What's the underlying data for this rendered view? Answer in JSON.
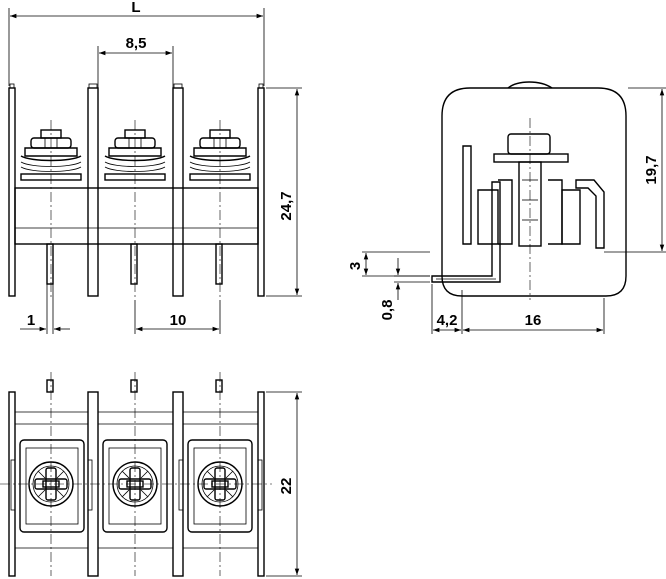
{
  "dimensions": {
    "overall_length": "L",
    "pitch": "8,5",
    "total_height": "24,7",
    "pin_width": "1",
    "pin_spacing": "10",
    "side_height": "19,7",
    "lead_offset": "3",
    "lead_thickness": "0,8",
    "lead_projection": "4,2",
    "body_depth": "16",
    "bottom_width": "22"
  }
}
